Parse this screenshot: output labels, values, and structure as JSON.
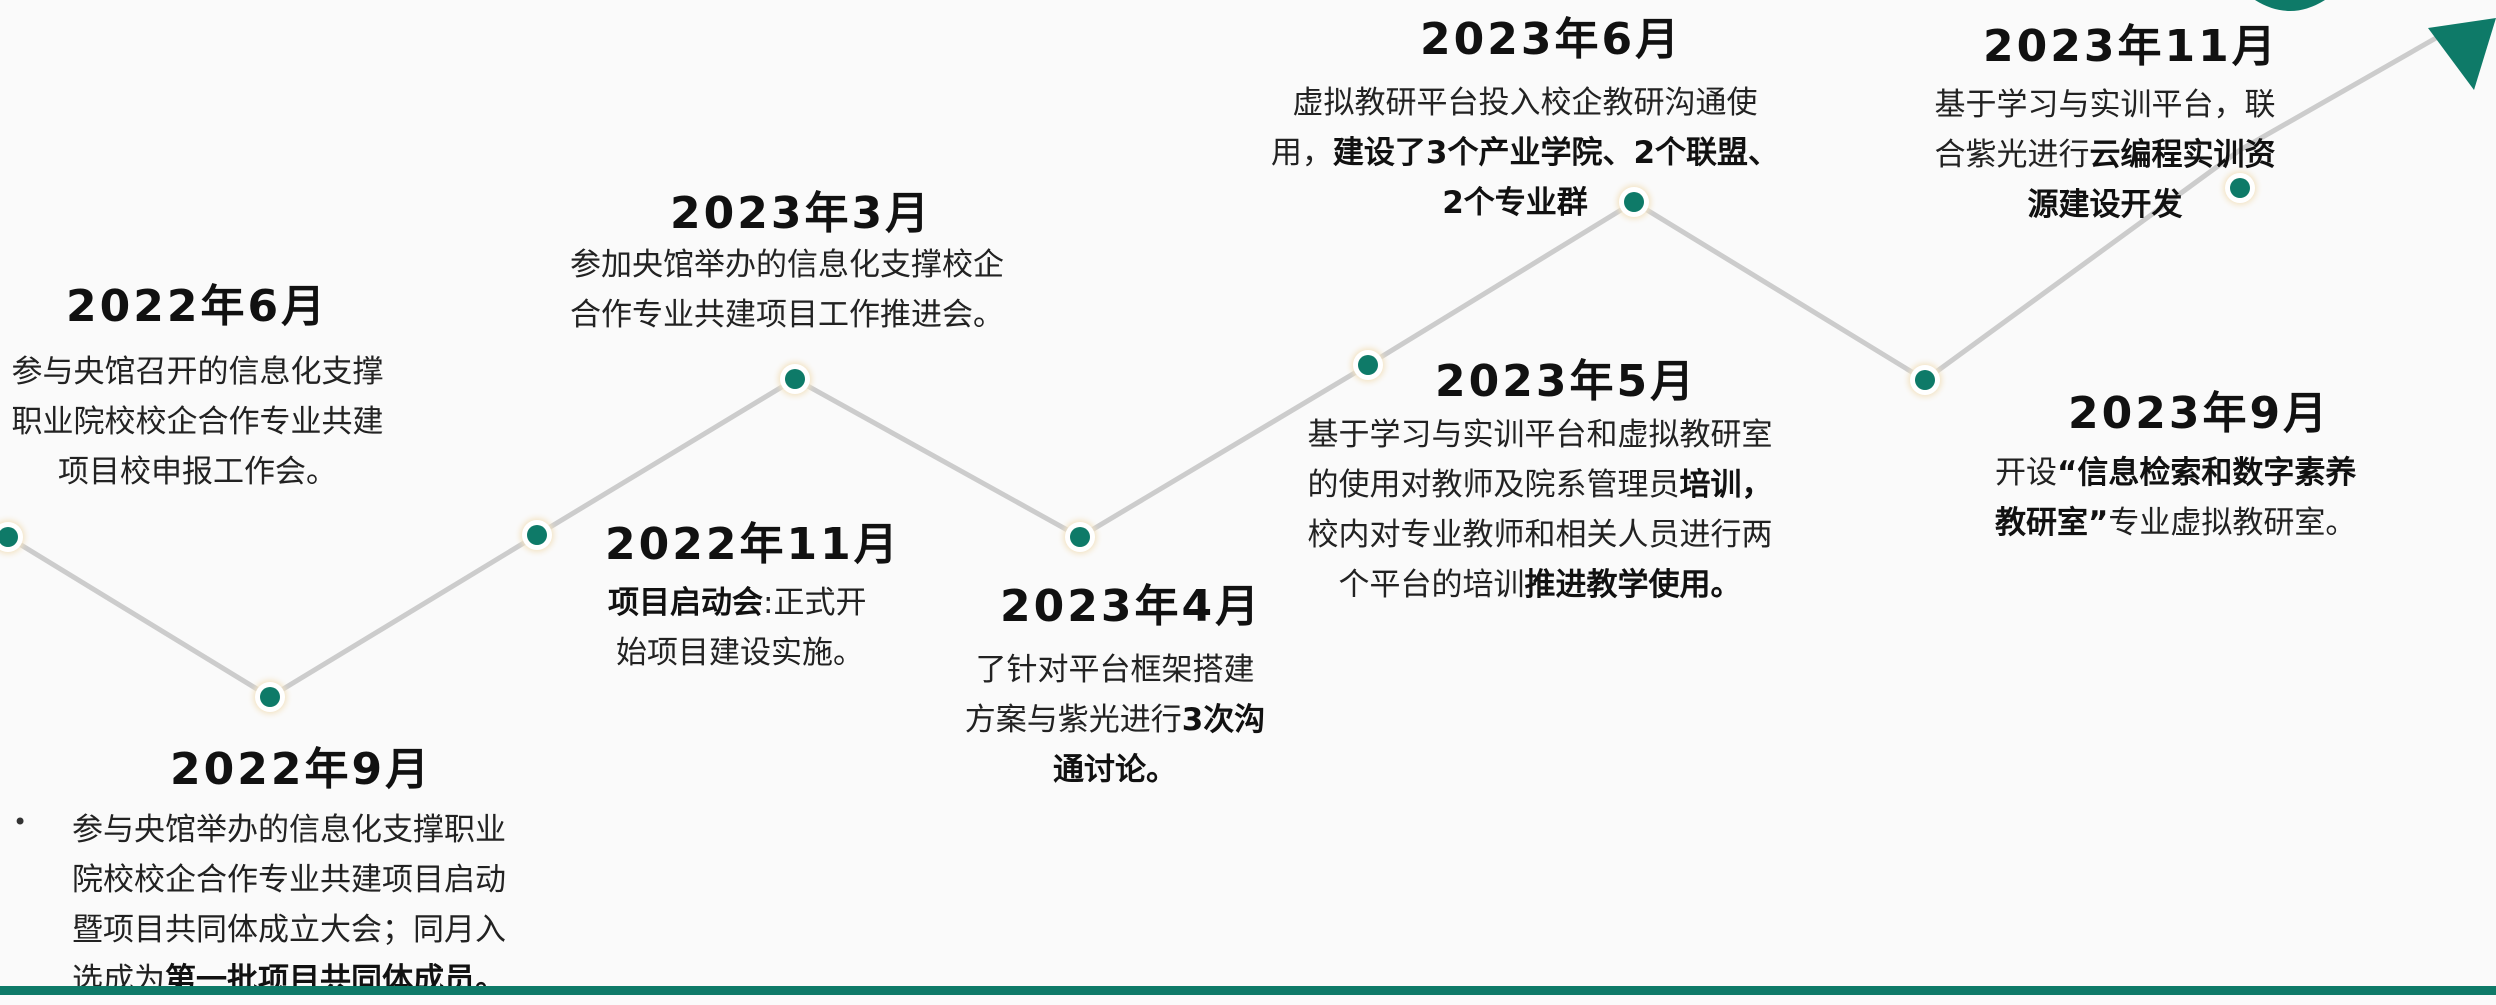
{
  "milestones": [
    {
      "date": "2022年6月",
      "desc": [
        "参与央馆召开的信息化支撑",
        "职业院校校企合作专业共建",
        "项目校申报工作会。"
      ]
    },
    {
      "date": "2022年9月",
      "desc": [
        "参与央馆举办的信息化支撑职业",
        "院校校企合作专业共建项目启动",
        "暨项目共同体成立大会；同月入",
        "选成为",
        "第一批项目共同体成员。"
      ]
    },
    {
      "date": "2022年11月",
      "desc": [
        "项目启动会",
        ":正式开",
        "始项目建设实施。"
      ]
    },
    {
      "date": "2023年3月",
      "desc": [
        "参加央馆举办的信息化支撑校企",
        "合作专业共建项目工作推进会。"
      ]
    },
    {
      "date": "2023年4月",
      "desc": [
        "了针对平台框架搭建",
        "方案与紫光进行",
        "3次沟",
        "通讨论。"
      ]
    },
    {
      "date": "2023年5月",
      "desc": [
        "基于学习与实训平台和虚拟教研室",
        "的使用对教师及院系管理员",
        "培训，",
        "校内对专业教师和相关人员进行两",
        "个平台的培训",
        "推进教学使用。"
      ]
    },
    {
      "date": "2023年6月",
      "desc": [
        "虚拟教研平台投入校企教研沟通使",
        "用，",
        "建设了3个产业学院、2个联盟、",
        "2个专业群"
      ]
    },
    {
      "date": "2023年9月",
      "desc": [
        "开设",
        "“信息检索和数字素养",
        "教研室”",
        "专业虚拟教研室。"
      ]
    },
    {
      "date": "2023年11月",
      "desc": [
        "基于学习与实训平台，联",
        "合紫光进行",
        "云编程实训资",
        "源建设开发"
      ]
    }
  ],
  "bullet": "•",
  "colors": {
    "line": "#c8c8c8",
    "node": "#0e7a68",
    "accent": "#0e7a68"
  }
}
